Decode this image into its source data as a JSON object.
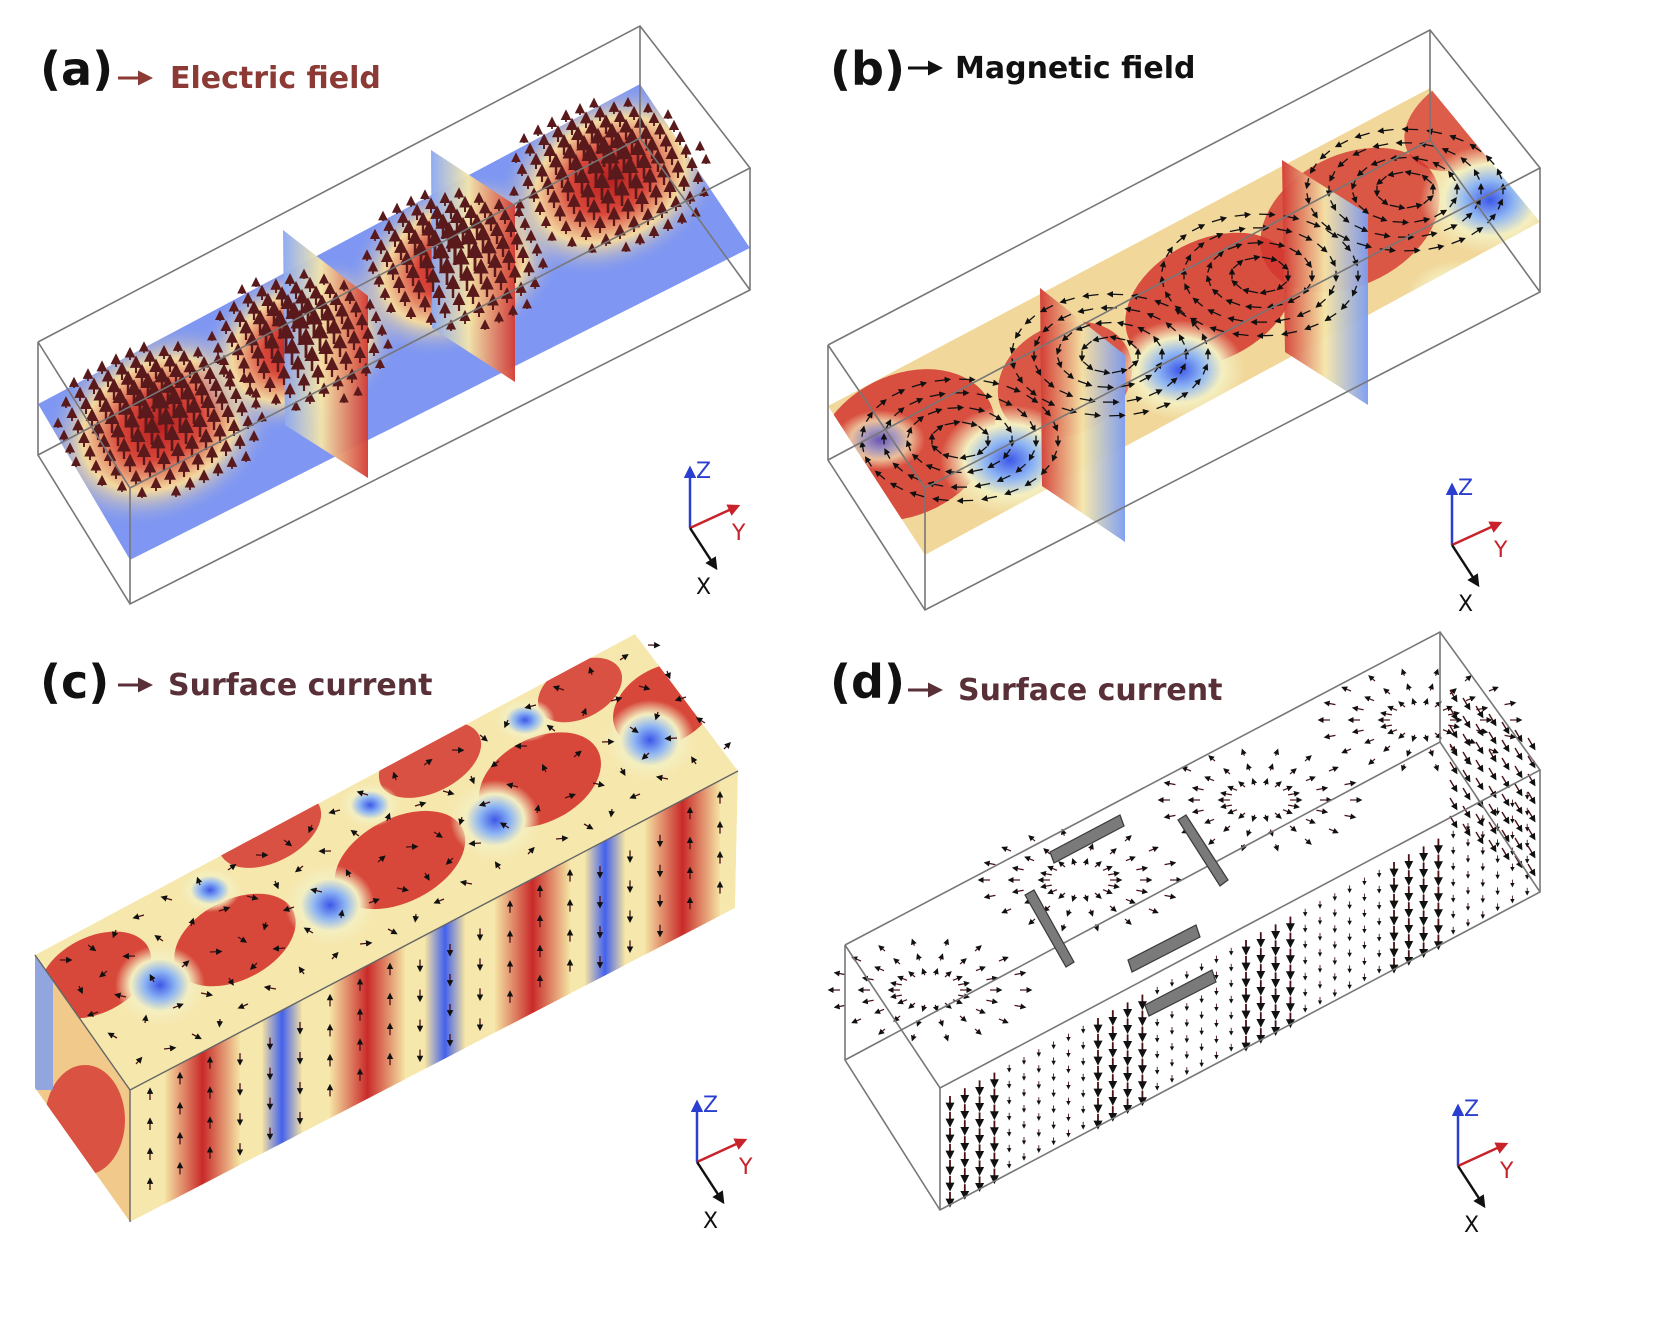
{
  "panels": [
    {
      "label": "(a)",
      "legend": "Electric field",
      "legend_color": "#8b3a35",
      "surface": "waveguide mid-plane + two cross-section slices",
      "arrows": "vertical E-field arrows"
    },
    {
      "label": "(b)",
      "legend": "Magnetic field",
      "legend_color": "#111111",
      "surface": "waveguide mid-plane + two cross-section slices",
      "arrows": "circulating H-field loops"
    },
    {
      "label": "(c)",
      "legend": "Surface current",
      "legend_color": "#5a3038",
      "surface": "waveguide outer walls",
      "arrows": "wall current arrows"
    },
    {
      "label": "(d)",
      "legend": "Surface current",
      "legend_color": "#5a3038",
      "surface": "wireframe waveguide with five bar inclusions",
      "arrows": "dense wall current arrows"
    }
  ],
  "axes": {
    "z_label": "Z",
    "y_label": "Y",
    "x_label": "X",
    "z_color": "#2a3fcf",
    "y_color": "#c8222a",
    "x_color": "#111111"
  },
  "colormap": {
    "low": "#4a6cf0",
    "mid": "#f6f0b8",
    "high": "#c92a2a"
  },
  "arrow_color": "#4a1015",
  "bar_color": "#7a7a7a"
}
